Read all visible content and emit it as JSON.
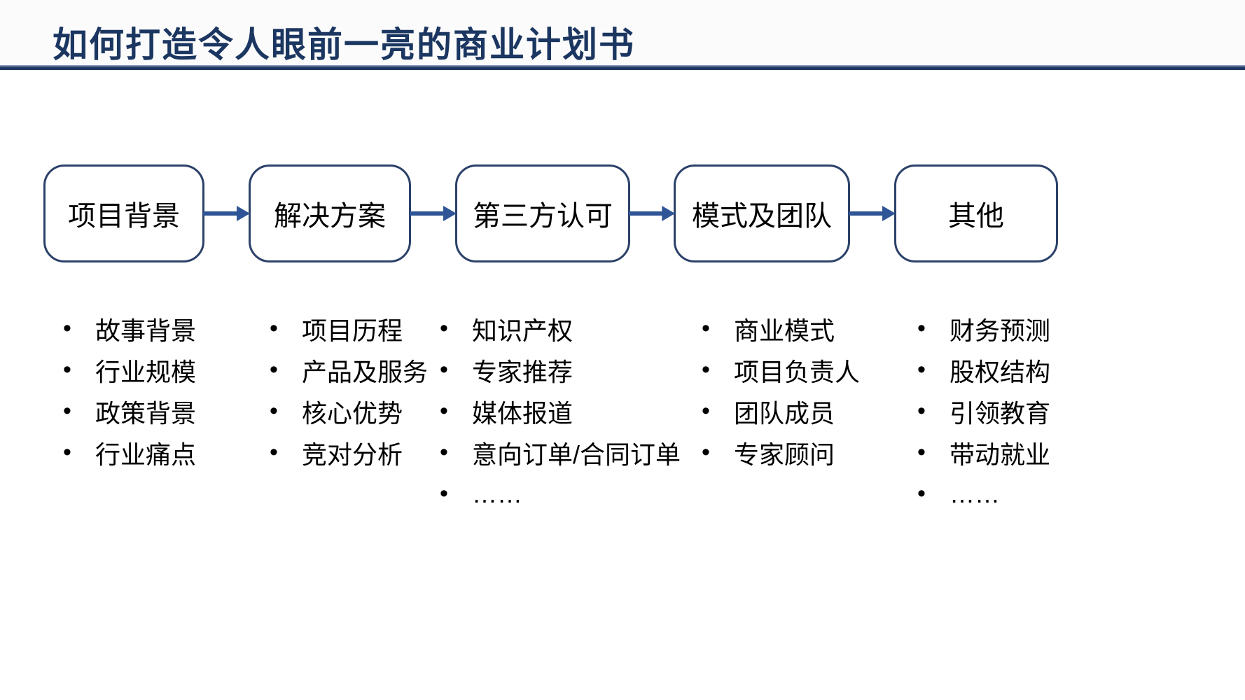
{
  "page": {
    "title": "如何打造令人眼前一亮的商业计划书"
  },
  "flow": {
    "steps": [
      {
        "label": "项目背景",
        "bullets": [
          "故事背景",
          "行业规模",
          "政策背景",
          "行业痛点"
        ]
      },
      {
        "label": "解决方案",
        "bullets": [
          "项目历程",
          "产品及服务",
          "核心优势",
          "竞对分析"
        ]
      },
      {
        "label": "第三方认可",
        "bullets": [
          "知识产权",
          "专家推荐",
          "媒体报道",
          "意向订单/合同订单",
          "……"
        ]
      },
      {
        "label": "模式及团队",
        "bullets": [
          "商业模式",
          "项目负责人",
          "团队成员",
          "专家顾问"
        ]
      },
      {
        "label": "其他",
        "bullets": [
          "财务预测",
          "股权结构",
          "引领教育",
          "带动就业",
          "……"
        ]
      }
    ]
  },
  "colors": {
    "title": "#1B3660",
    "divider_dark": "#203A64",
    "divider_light": "#8A9BB8",
    "box_border": "#2B4169",
    "arrow": "#2F5596",
    "text": "#000000"
  }
}
